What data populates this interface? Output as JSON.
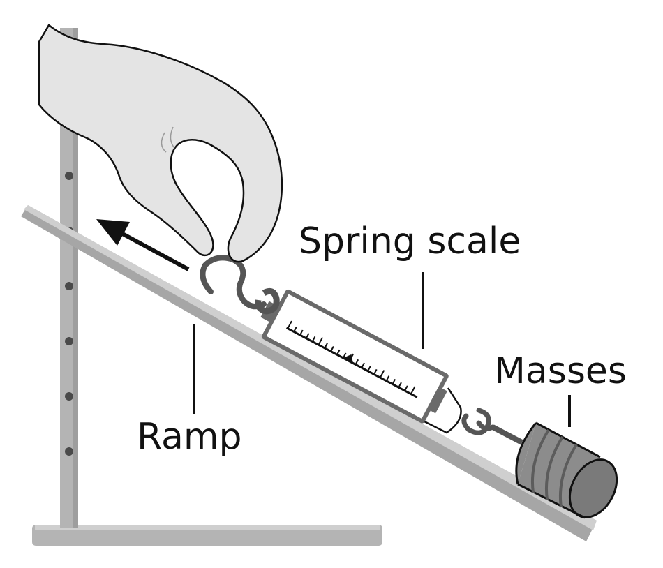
{
  "labels": {
    "spring_scale": "Spring scale",
    "masses": "Masses",
    "ramp": "Ramp"
  },
  "colors": {
    "ramp_top": "#c8c8c8",
    "ramp_edge": "#9a9a9a",
    "stand": "#b4b4b4",
    "stand_holes": "#4a4a4a",
    "hand_fill": "#e4e4e4",
    "outline": "#111111",
    "hook": "#555555",
    "mass": "#8c8c8c",
    "arrow": "#111111"
  }
}
